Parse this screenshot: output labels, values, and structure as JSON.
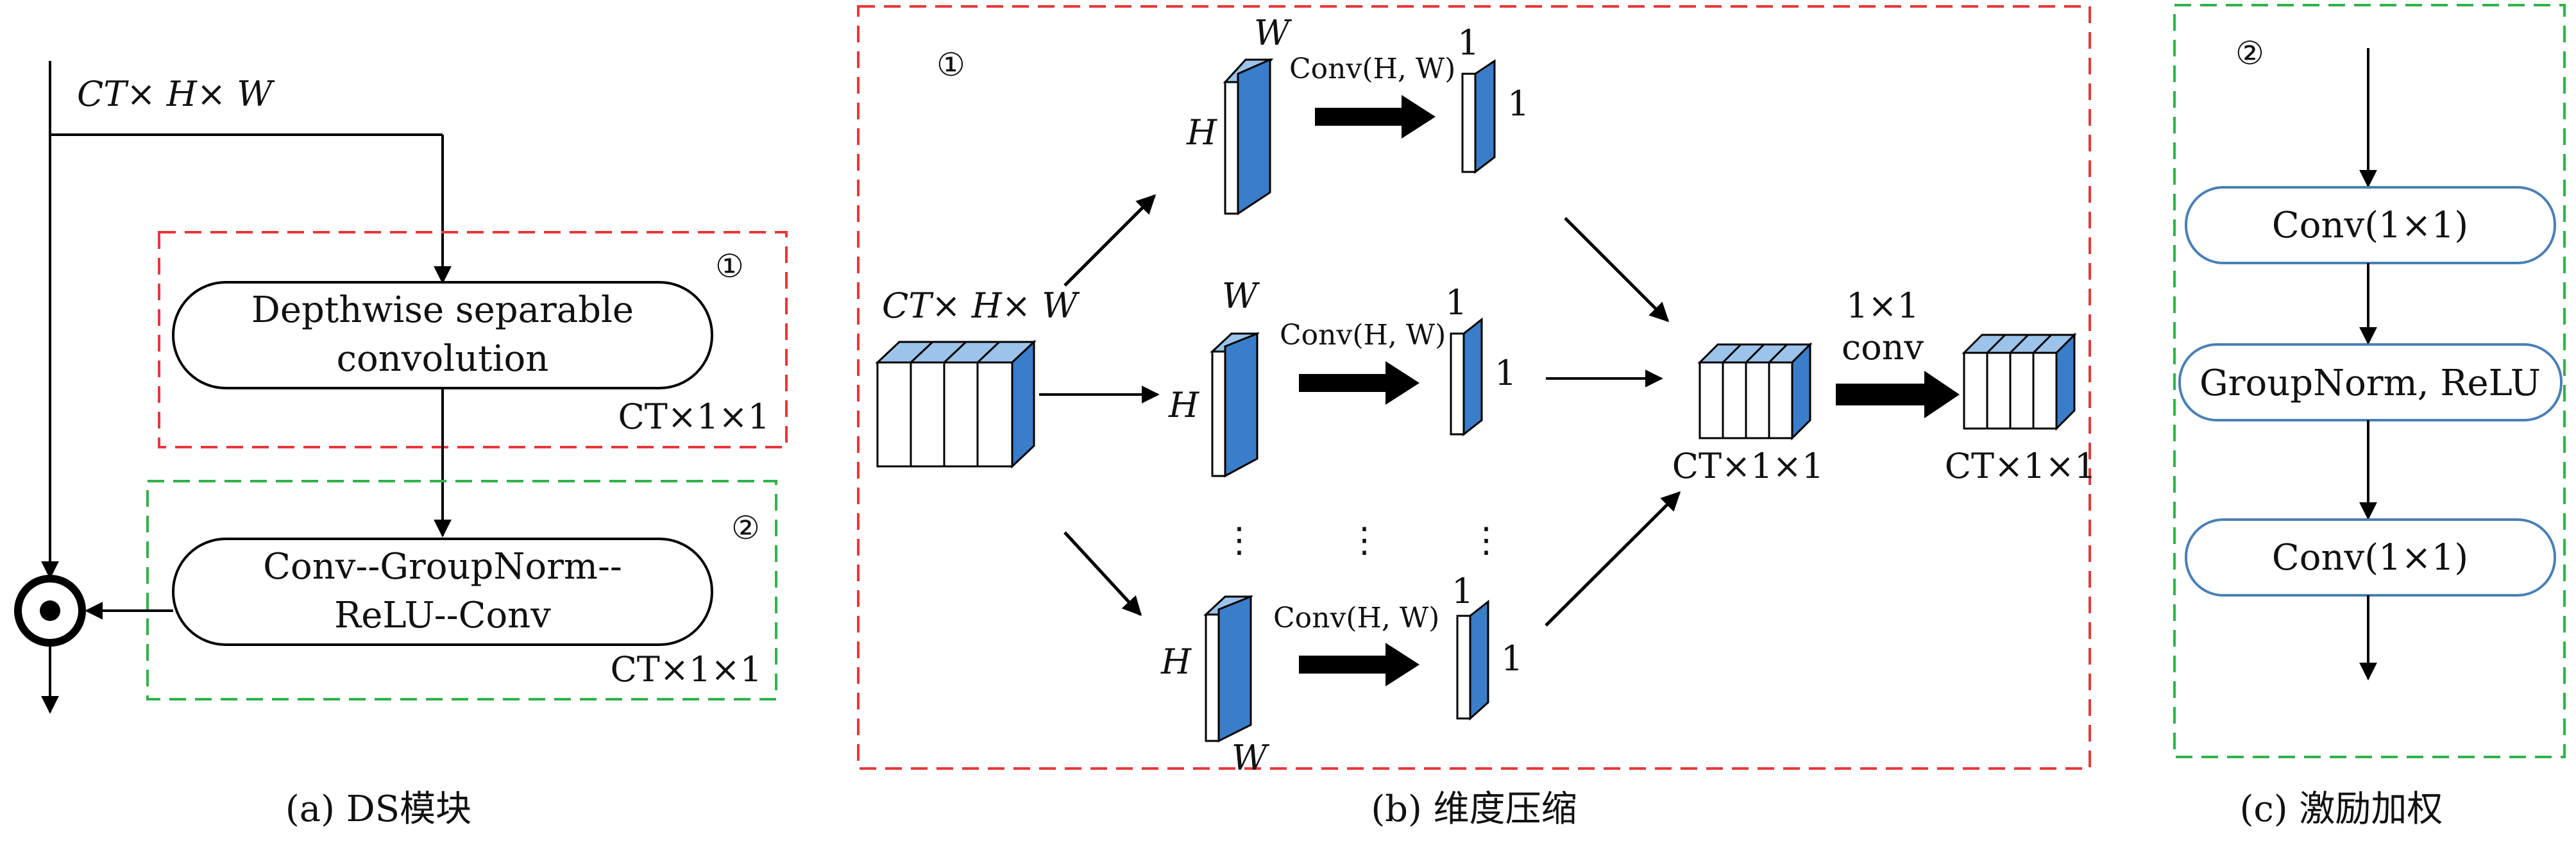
{
  "colors": {
    "red_dash": "#e8373a",
    "green_dash": "#2fb24a",
    "blue_fill": "#3a7dc9",
    "light_blue": "#9cc3ea",
    "node_border_blue": "#4a7fb5",
    "black": "#000000"
  },
  "panel_a": {
    "input_label": "CT× H× W",
    "marker_1": "①",
    "marker_2": "②",
    "node_ds": [
      "Depthwise separable",
      "convolution"
    ],
    "node_ds_size": "CT×1×1",
    "node_conv": [
      "Conv--GroupNorm--",
      "ReLU--Conv"
    ],
    "node_conv_size": "CT×1×1",
    "operator_icon": "odot-icon",
    "caption": "(a) DS模块"
  },
  "panel_b": {
    "marker": "①",
    "input_label": "CT× H× W",
    "branch_h": "H",
    "branch_w": "W",
    "op_label": "Conv(H, W)",
    "one": "1",
    "merged_size": "CT×1×1",
    "conv11_line1": "1×1",
    "conv11_line2": "conv",
    "output_size": "CT×1×1",
    "dots": "⋮",
    "caption": "(b) 维度压缩"
  },
  "panel_c": {
    "marker": "②",
    "nodes": [
      "Conv(1×1)",
      "GroupNorm, ReLU",
      "Conv(1×1)"
    ],
    "caption": "(c) 激励加权"
  }
}
